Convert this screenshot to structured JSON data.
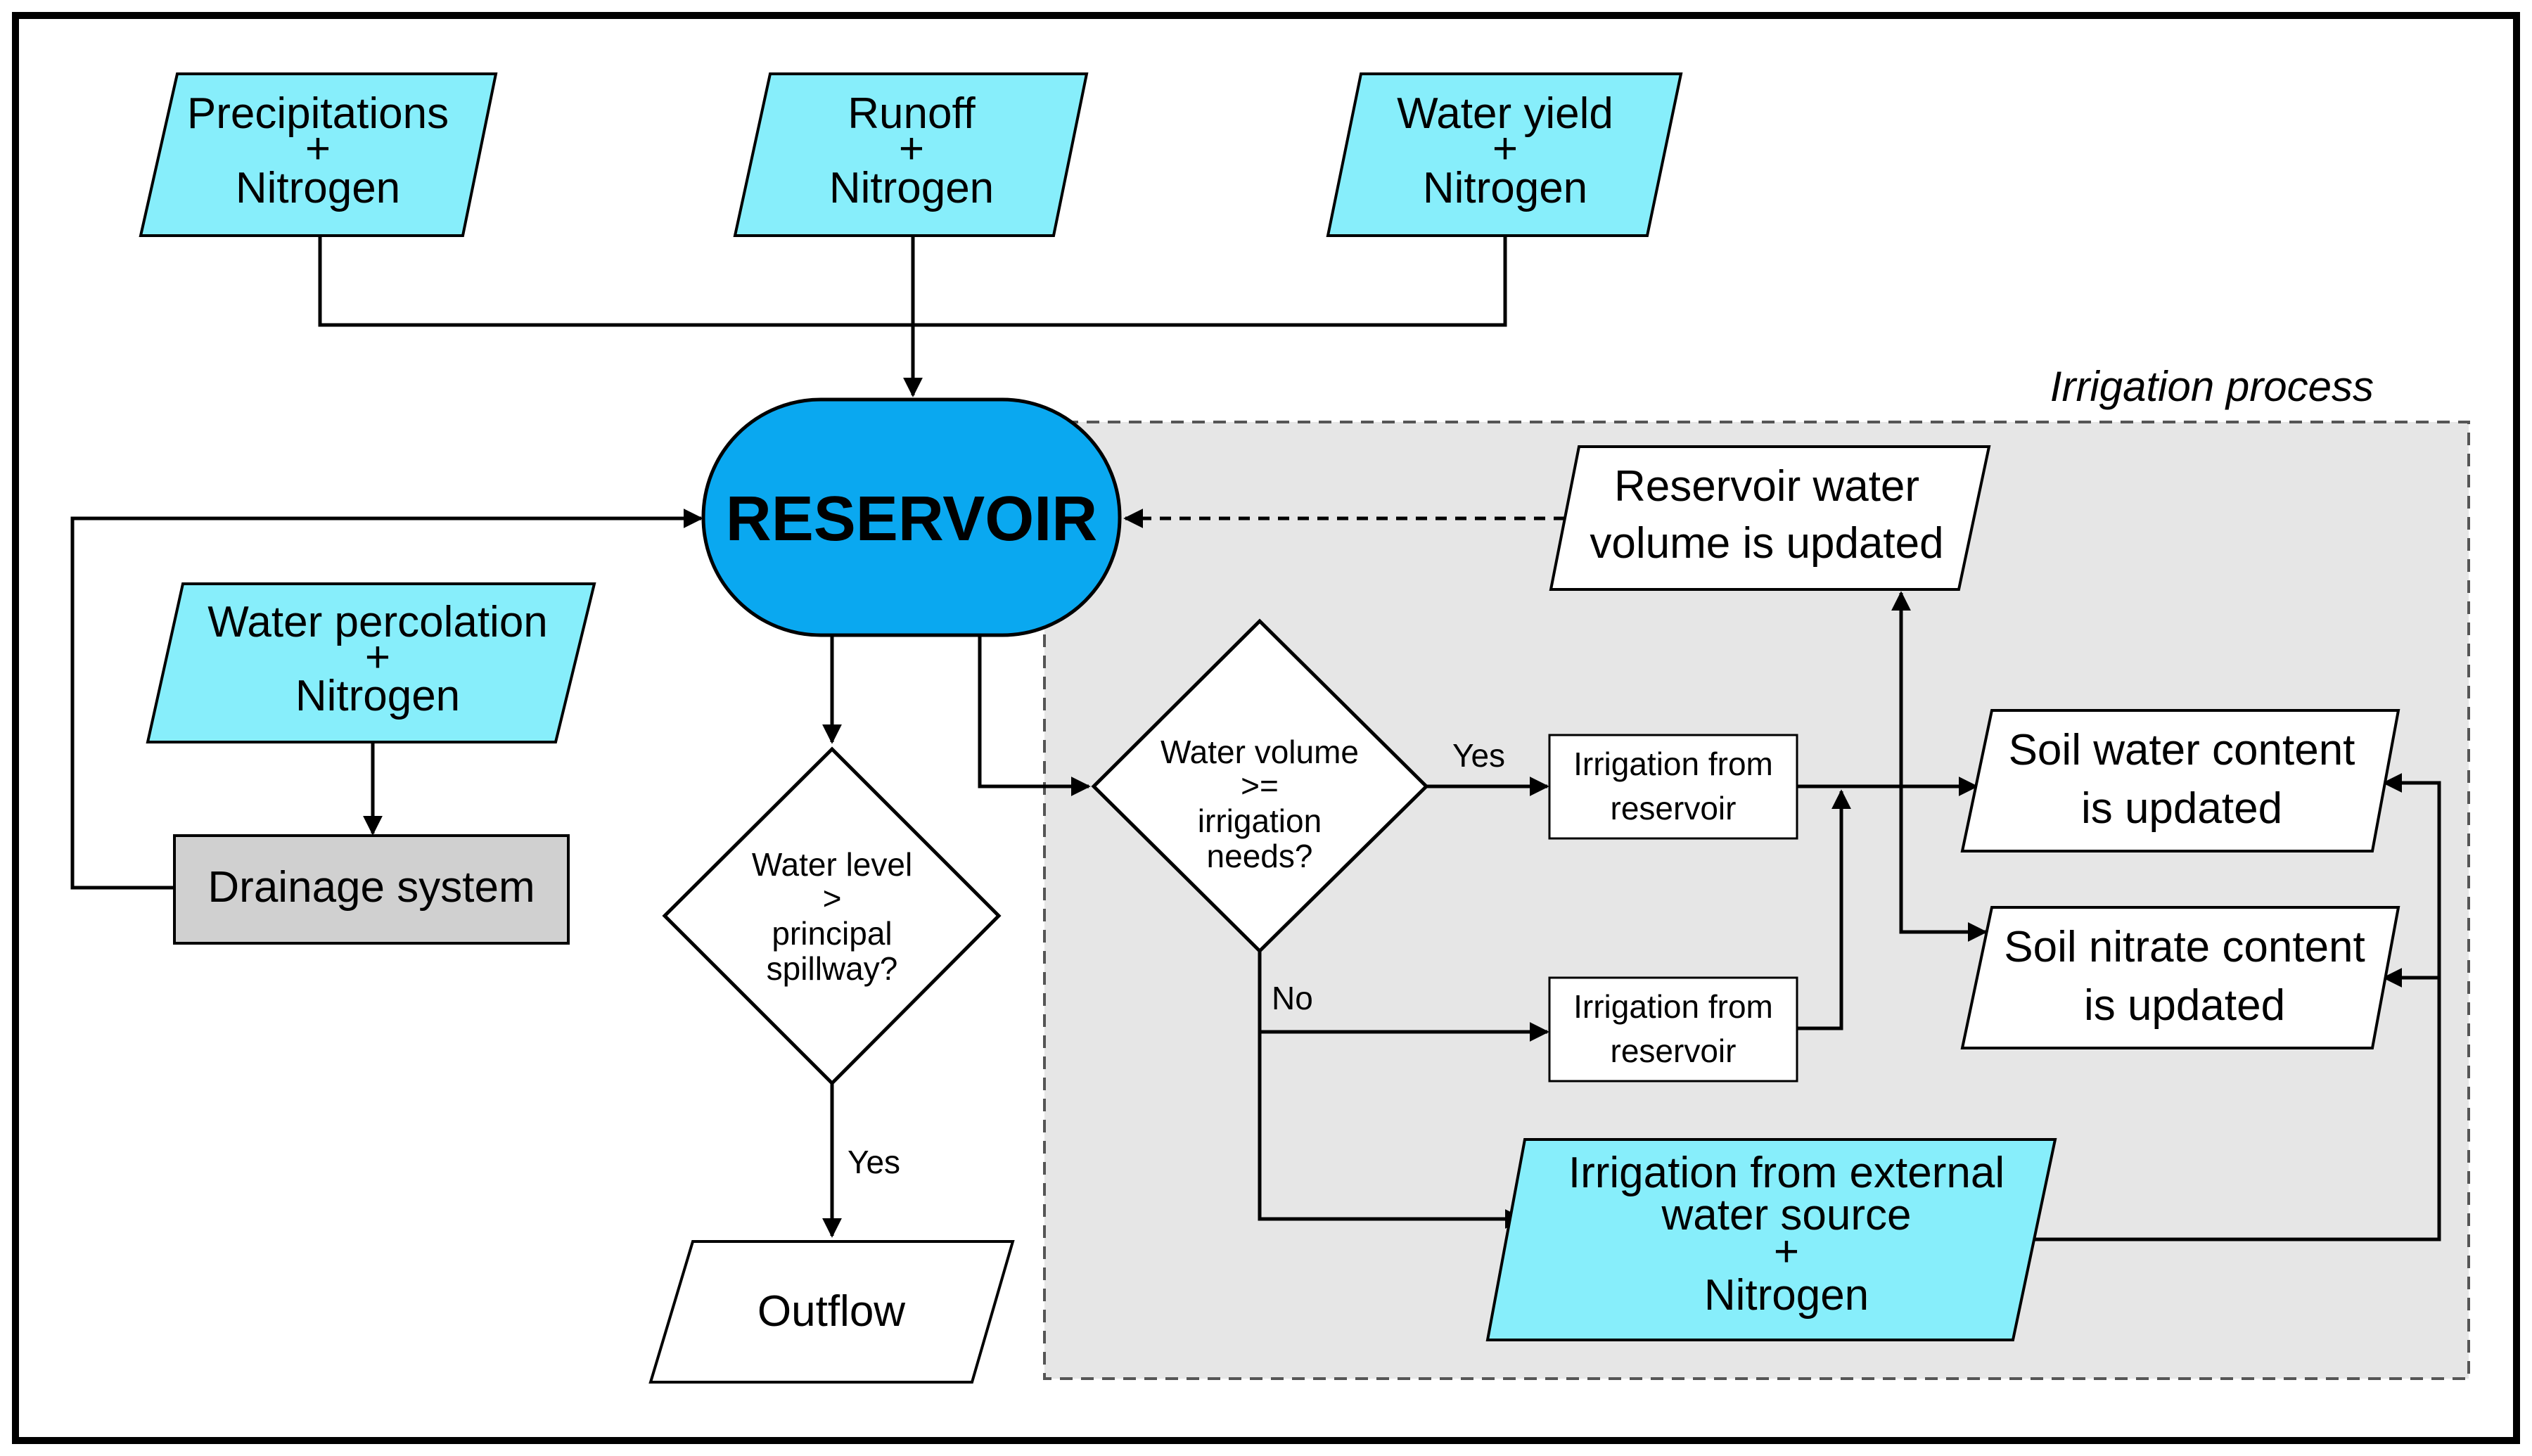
{
  "colors": {
    "input_fill": "#87eefb",
    "reservoir_fill": "#0aa8f0",
    "drainage_fill": "#d0d0d0",
    "irrigation_region_fill": "#e6e6e6",
    "stroke": "#000000"
  },
  "inputs": {
    "precipitations": {
      "line1": "Precipitations",
      "plus": "+",
      "line2": "Nitrogen"
    },
    "runoff": {
      "line1": "Runoff",
      "plus": "+",
      "line2": "Nitrogen"
    },
    "water_yield": {
      "line1": "Water yield",
      "plus": "+",
      "line2": "Nitrogen"
    },
    "percolation": {
      "line1": "Water percolation",
      "plus": "+",
      "line2": "Nitrogen"
    }
  },
  "reservoir": {
    "label": "RESERVOIR"
  },
  "drainage": {
    "label": "Drainage system"
  },
  "spillway_decision": {
    "line1": "Water level",
    "line2": ">",
    "line3": "principal",
    "line4": "spillway?"
  },
  "outflow": {
    "label": "Outflow"
  },
  "irrigation_process": {
    "title": "Irrigation process",
    "volume_decision": {
      "line1": "Water volume",
      "line2": ">=",
      "line3": "irrigation",
      "line4": "needs?"
    },
    "yes_label": "Yes",
    "no_label": "No",
    "irrigation_reservoir_1": {
      "line1": "Irrigation from",
      "line2": "reservoir"
    },
    "irrigation_reservoir_2": {
      "line1": "Irrigation from",
      "line2": "reservoir"
    },
    "external": {
      "line1": "Irrigation from external",
      "line2": "water source",
      "plus": "+",
      "line3": "Nitrogen"
    },
    "reservoir_updated": {
      "line1": "Reservoir water",
      "line2": "volume is updated"
    },
    "soil_water": {
      "line1": "Soil water content",
      "line2": "is updated"
    },
    "soil_nitrate": {
      "line1": "Soil nitrate content",
      "line2": "is updated"
    }
  },
  "outflow_yes_label": "Yes"
}
